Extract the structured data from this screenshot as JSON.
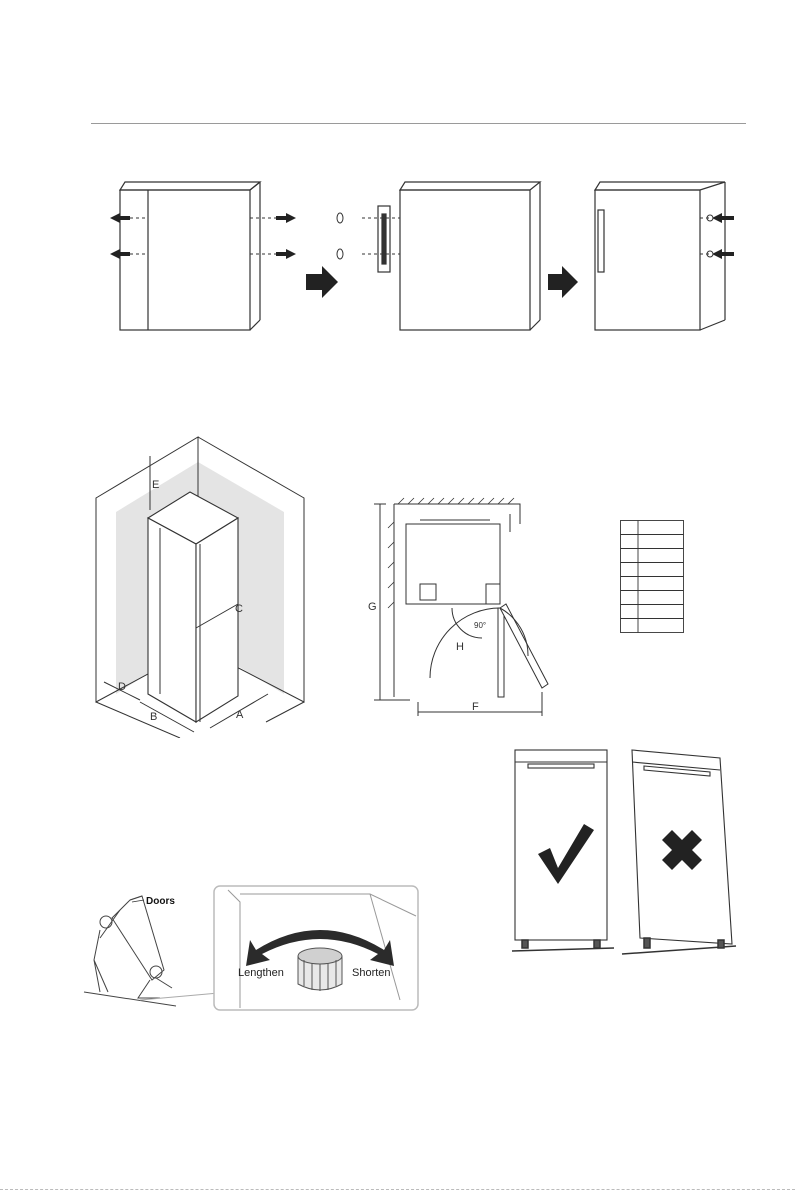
{
  "figures": {
    "dimensions": {
      "labels": {
        "a": "A",
        "b": "B",
        "c": "C",
        "d": "D",
        "e": "E"
      }
    },
    "door_clearance": {
      "labels": {
        "f": "F",
        "g": "G",
        "h": "H",
        "angle": "90°"
      }
    },
    "leveling": {
      "doors_label": "Doors",
      "lengthen_label": "Lengthen",
      "shorten_label": "Shorten"
    },
    "level_check": {
      "correct_icon": "checkmark-icon",
      "incorrect_icon": "cross-icon"
    }
  },
  "dimension_table": {
    "rows": 8,
    "columns": 2
  }
}
